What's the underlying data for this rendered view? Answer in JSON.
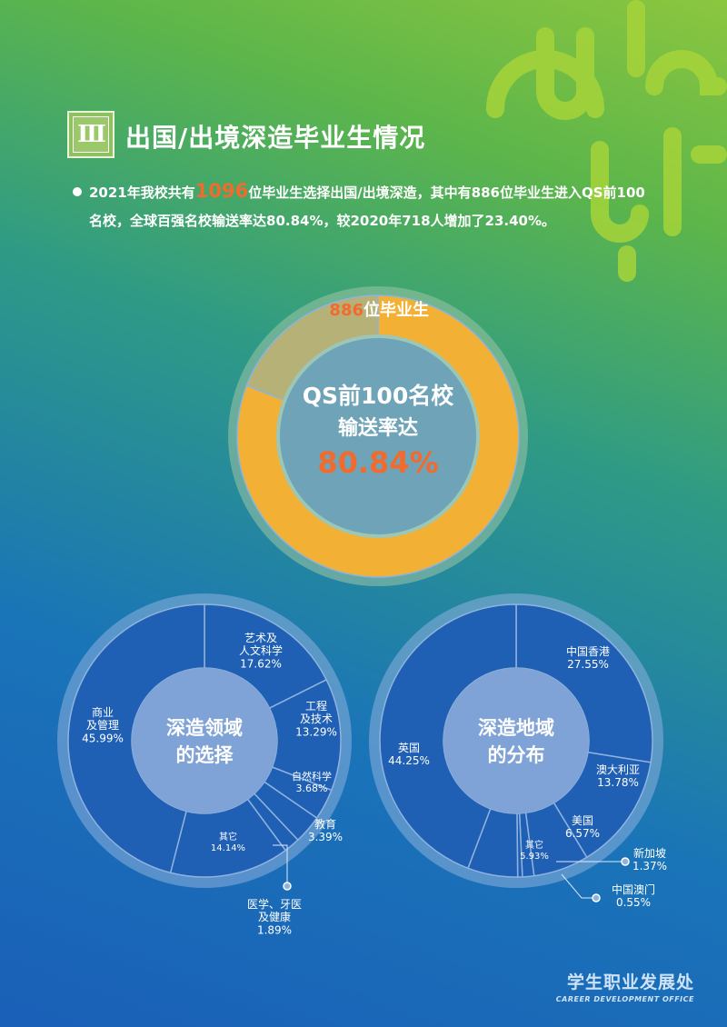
{
  "section": {
    "badge": "Ⅲ",
    "title": "出国/出境深造毕业生情况"
  },
  "intro": {
    "line1_a": "2021年我校共有",
    "line1_highlight": "1096",
    "line1_b": "位毕业生选择出国/出境深造，其中有886位毕业生进入QS前100",
    "line2": "名校，全球百强名校输送率达80.84%，较2020年718人增加了23.40%。"
  },
  "colors": {
    "accent_orange": "#f26b2e",
    "donut_gold": "#f2b134",
    "donut_remainder": "#b6b176",
    "pie_blue": "#1f5fb4",
    "pie_center": "#7fa3d6"
  },
  "chart_data": [
    {
      "type": "pie",
      "variant": "donut",
      "values": [
        80.84,
        19.16
      ],
      "top_label_number": "886",
      "top_label_text": "位毕业生",
      "center_line1": "QS前100名校",
      "center_line2": "输送率达",
      "center_value": "80.84%"
    },
    {
      "type": "pie",
      "variant": "donut",
      "center_line1": "深造领域",
      "center_line2": "的选择",
      "slices": [
        {
          "label": [
            "艺术及",
            "人文科学"
          ],
          "value": 17.62,
          "value_text": "17.62%"
        },
        {
          "label": [
            "工程",
            "及技术"
          ],
          "value": 13.29,
          "value_text": "13.29%"
        },
        {
          "label": [
            "自然科学"
          ],
          "value": 3.68,
          "value_text": "3.68%"
        },
        {
          "label": [
            "教育"
          ],
          "value": 3.39,
          "value_text": "3.39%"
        },
        {
          "label": [
            "医学、牙医",
            "及健康"
          ],
          "value": 1.89,
          "value_text": "1.89%"
        },
        {
          "label": [
            "其它"
          ],
          "value": 14.14,
          "value_text": "14.14%"
        },
        {
          "label": [
            "商业",
            "及管理"
          ],
          "value": 45.99,
          "value_text": "45.99%"
        }
      ]
    },
    {
      "type": "pie",
      "variant": "donut",
      "center_line1": "深造地域",
      "center_line2": "的分布",
      "slices": [
        {
          "label": [
            "中国香港"
          ],
          "value": 27.55,
          "value_text": "27.55%"
        },
        {
          "label": [
            "澳大利亚"
          ],
          "value": 13.78,
          "value_text": "13.78%"
        },
        {
          "label": [
            "美国"
          ],
          "value": 6.57,
          "value_text": "6.57%"
        },
        {
          "label": [
            "新加坡"
          ],
          "value": 1.37,
          "value_text": "1.37%"
        },
        {
          "label": [
            "中国澳门"
          ],
          "value": 0.55,
          "value_text": "0.55%"
        },
        {
          "label": [
            "其它"
          ],
          "value": 5.93,
          "value_text": "5.93%"
        },
        {
          "label": [
            "英国"
          ],
          "value": 44.25,
          "value_text": "44.25%"
        }
      ]
    }
  ],
  "footer": {
    "cn": "学生职业发展处",
    "en": "CAREER DEVELOPMENT OFFICE"
  }
}
